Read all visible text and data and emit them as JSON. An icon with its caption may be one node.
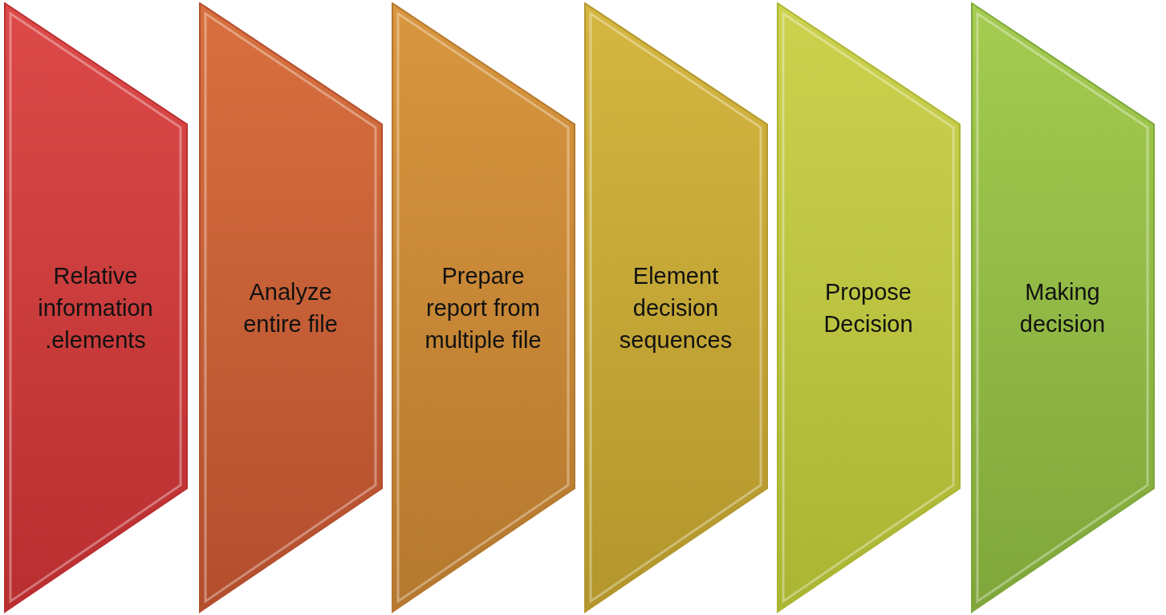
{
  "diagram": {
    "nodes": [
      {
        "text": [
          "Relative information .elements"
        ]
      },
      {
        "text": [
          "Analyze entire file"
        ]
      },
      {
        "text": [
          "Prepare report from multiple file"
        ]
      },
      {
        "text": [
          "Element decision sequences"
        ]
      },
      {
        "text": [
          "Propose Decision"
        ]
      },
      {
        "text": [
          "Making decision"
        ]
      }
    ]
  }
}
